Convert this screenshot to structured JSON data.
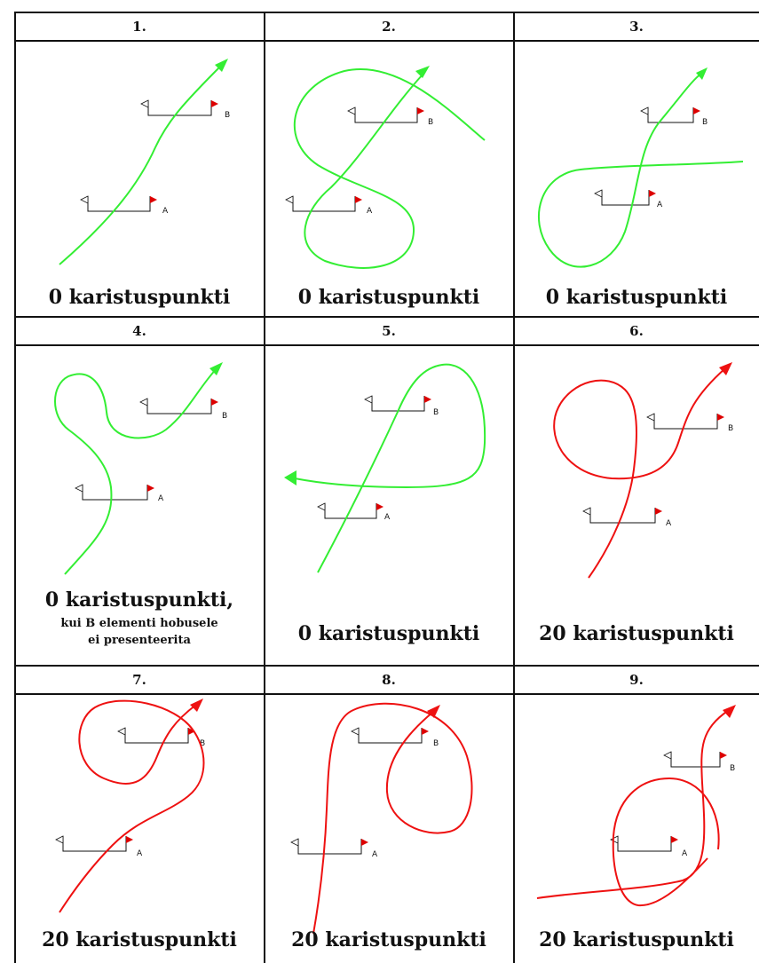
{
  "colors": {
    "success": "#33ee33",
    "penalty": "#ee1111",
    "border": "#111111",
    "flag_red": "#dd0000"
  },
  "gate_labels": {
    "a": "A",
    "b": "B"
  },
  "panels": [
    {
      "number": "1.",
      "caption": "0 karistuspunkti",
      "note": [],
      "path_color": "green",
      "icon": "green-arrow-path-icon"
    },
    {
      "number": "2.",
      "caption": "0 karistuspunkti",
      "note": [],
      "path_color": "green",
      "icon": "green-arrow-path-icon"
    },
    {
      "number": "3.",
      "caption": "0 karistuspunkti",
      "note": [],
      "path_color": "green",
      "icon": "green-path-icon"
    },
    {
      "number": "4.",
      "caption": "0 karistuspunkti,",
      "note": [
        "kui B elementi hobusele",
        "ei presenteerita"
      ],
      "path_color": "green",
      "icon": "green-arrow-path-icon"
    },
    {
      "number": "5.",
      "caption": "0 karistuspunkti",
      "note": [],
      "path_color": "green",
      "icon": "green-arrow-path-icon"
    },
    {
      "number": "6.",
      "caption": "20 karistuspunkti",
      "note": [],
      "path_color": "red",
      "icon": "red-arrow-path-icon"
    },
    {
      "number": "7.",
      "caption": "20 karistuspunkti",
      "note": [],
      "path_color": "red",
      "icon": "red-arrow-path-icon"
    },
    {
      "number": "8.",
      "caption": "20 karistuspunkti",
      "note": [],
      "path_color": "red",
      "icon": "red-arrow-path-icon"
    },
    {
      "number": "9.",
      "caption": "20 karistuspunkti",
      "note": [],
      "path_color": "red",
      "icon": "red-arrow-path-icon"
    }
  ]
}
